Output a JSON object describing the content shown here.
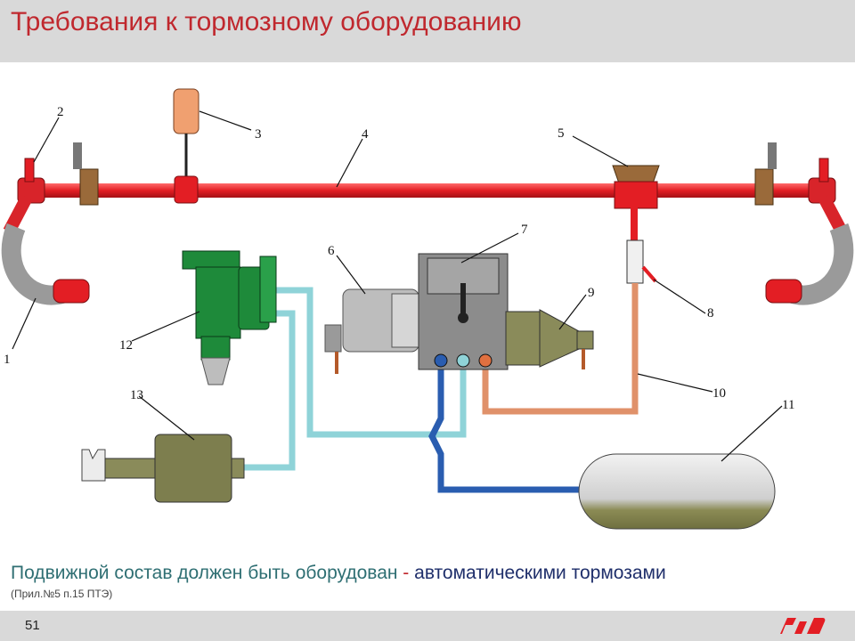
{
  "header": {
    "title": "Требования к тормозному оборудованию"
  },
  "diagram": {
    "callouts": [
      "1",
      "2",
      "3",
      "4",
      "5",
      "6",
      "7",
      "8",
      "9",
      "10",
      "11",
      "12",
      "13"
    ]
  },
  "caption": {
    "text_part": "Подвижной состав должен быть оборудован",
    "separator": " - ",
    "accent_part": "автоматическими тормозами",
    "note": "(Прил.№5 п.15  ПТЭ)"
  },
  "footer": {
    "page_number": "51",
    "logo_label": "РЖД"
  },
  "colors": {
    "title": "#c0282e",
    "brake_line": "#e31e24",
    "air_cyan": "#8fd3d8",
    "air_blue": "#2a5db0",
    "orange_pipe": "#e0916a",
    "distributor_green": "#1e8a3a",
    "olive": "#8a8b5a",
    "gray_device": "#9a9a9a"
  }
}
